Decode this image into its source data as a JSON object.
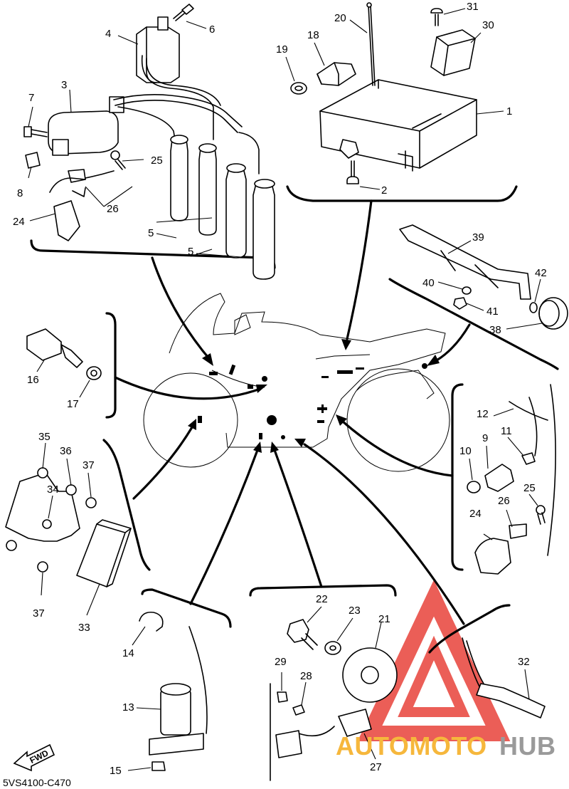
{
  "diagram": {
    "code": "5VS4100-C470",
    "fwd_label": "FWD",
    "callouts": [
      {
        "label": "1"
      },
      {
        "label": "2"
      },
      {
        "label": "3"
      },
      {
        "label": "4"
      },
      {
        "label": "5"
      },
      {
        "label": "5"
      },
      {
        "label": "6"
      },
      {
        "label": "7"
      },
      {
        "label": "8"
      },
      {
        "label": "9"
      },
      {
        "label": "10"
      },
      {
        "label": "11"
      },
      {
        "label": "12"
      },
      {
        "label": "13"
      },
      {
        "label": "14"
      },
      {
        "label": "15"
      },
      {
        "label": "16"
      },
      {
        "label": "17"
      },
      {
        "label": "18"
      },
      {
        "label": "19"
      },
      {
        "label": "20"
      },
      {
        "label": "21"
      },
      {
        "label": "22"
      },
      {
        "label": "23"
      },
      {
        "label": "24"
      },
      {
        "label": "24"
      },
      {
        "label": "25"
      },
      {
        "label": "25"
      },
      {
        "label": "26"
      },
      {
        "label": "26"
      },
      {
        "label": "27"
      },
      {
        "label": "28"
      },
      {
        "label": "29"
      },
      {
        "label": "30"
      },
      {
        "label": "31"
      },
      {
        "label": "32"
      },
      {
        "label": "33"
      },
      {
        "label": "34"
      },
      {
        "label": "35"
      },
      {
        "label": "36"
      },
      {
        "label": "37"
      },
      {
        "label": "37"
      },
      {
        "label": "38"
      },
      {
        "label": "39"
      },
      {
        "label": "40"
      },
      {
        "label": "41"
      },
      {
        "label": "42"
      }
    ]
  },
  "watermark": {
    "part1": "AUTOMOTO",
    "part2": "HUB",
    "color_primary": "#e8423a",
    "color_secondary": "#f6b73c",
    "color_dark": "#9a9a9a"
  }
}
